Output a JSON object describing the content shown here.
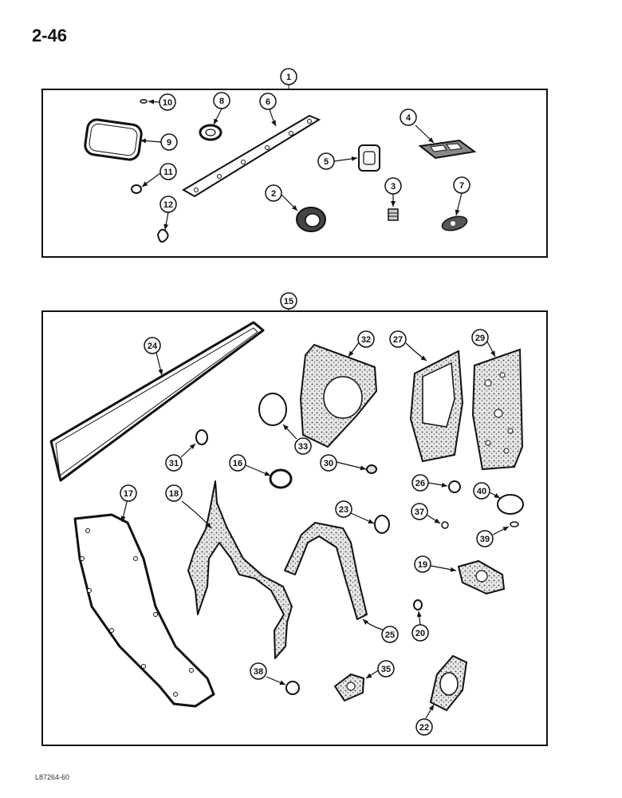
{
  "page_number": "2-46",
  "figure_code": "L87264-60",
  "kit_labels": {
    "top": "1",
    "bottom": "15"
  },
  "callouts": {
    "c10": "10",
    "c8": "8",
    "c6": "6",
    "c9": "9",
    "c11": "11",
    "c12": "12",
    "c2": "2",
    "c5": "5",
    "c3": "3",
    "c4": "4",
    "c7": "7",
    "c24": "24",
    "c32": "32",
    "c27": "27",
    "c29": "29",
    "c33": "33",
    "c31": "31",
    "c16": "16",
    "c30": "30",
    "c26": "26",
    "c40": "40",
    "c17": "17",
    "c18": "18",
    "c23": "23",
    "c37": "37",
    "c39": "39",
    "c19": "19",
    "c20": "20",
    "c25": "25",
    "c38": "38",
    "c35": "35",
    "c22": "22"
  }
}
